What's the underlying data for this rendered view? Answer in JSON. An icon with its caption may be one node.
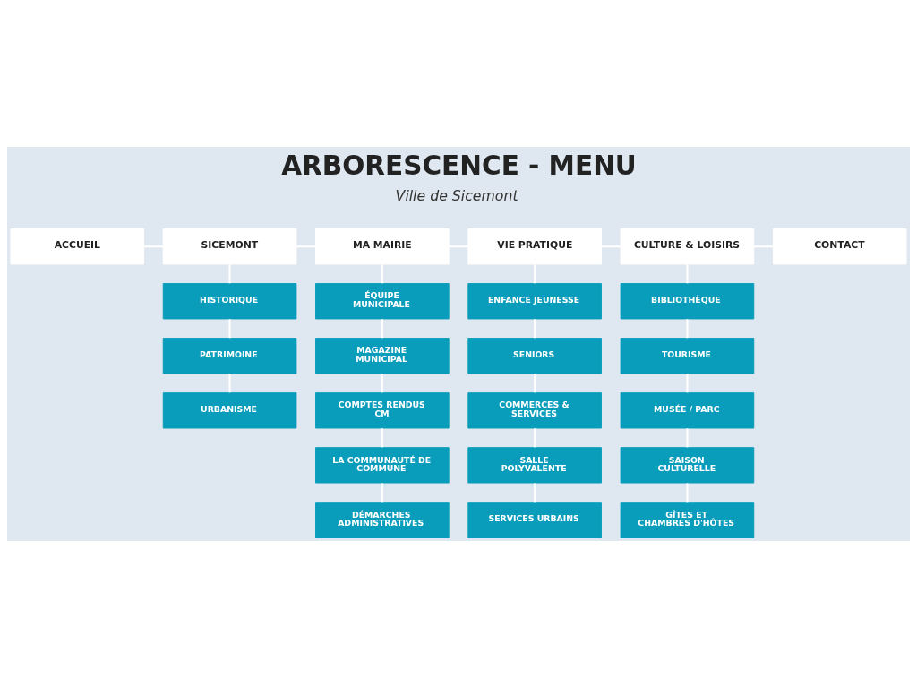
{
  "diagram": {
    "title": "ARBORESCENCE - MENU",
    "nodes": [
      {
        "text": [
          "ACCUEIL"
        ]
      },
      {
        "text": [
          "SICEMONT"
        ]
      },
      {
        "text": [
          "MA MAIRIE"
        ]
      },
      {
        "text": [
          "VIE PRATIQUE"
        ]
      },
      {
        "text": [
          "CULTURE & LOISIRS"
        ]
      },
      {
        "text": [
          "CONTACT"
        ]
      },
      {
        "text": [
          "HISTORIQUE"
        ]
      },
      {
        "text": [
          "PATRIMOINE"
        ]
      },
      {
        "text": [
          "URBANISME"
        ]
      },
      {
        "text": [
          "ÉQUIPE MUNICIPALE"
        ]
      },
      {
        "text": [
          "MAGAZINE MUNICIPAL"
        ]
      },
      {
        "text": [
          "COMPTES RENDUS CM"
        ]
      },
      {
        "text": [
          "LA COMMUNAUTÉ DE COMMUNE"
        ]
      },
      {
        "text": [
          "DÉMARCHES ADMINISTRATIVES"
        ]
      },
      {
        "text": [
          "ENFANCE JEUNESSE"
        ]
      },
      {
        "text": [
          "SENIORS"
        ]
      },
      {
        "text": [
          "COMMERCES & SERVICES"
        ]
      },
      {
        "text": [
          "SALLE POLYVALENTE"
        ]
      },
      {
        "text": [
          "SERVICES URBAINS"
        ]
      },
      {
        "text": [
          "BIBLIOTHÈQUE"
        ]
      },
      {
        "text": [
          "TOURISME"
        ]
      },
      {
        "text": [
          "MUSÉE / PARC"
        ]
      },
      {
        "text": [
          "SAISON CULTURELLE"
        ]
      },
      {
        "text": [
          "GÎTES ET CHAMBRES D'HÔTES"
        ]
      }
    ],
    "edges": [
      {
        "from": 0,
        "to": 1,
        "arrow": "none"
      },
      {
        "from": 1,
        "to": 2,
        "arrow": "none"
      },
      {
        "from": 2,
        "to": 3,
        "arrow": "none"
      },
      {
        "from": 3,
        "to": 4,
        "arrow": "none"
      },
      {
        "from": 4,
        "to": 5,
        "arrow": "none"
      },
      {
        "from": 1,
        "to": 6,
        "arrow": "none"
      },
      {
        "from": 6,
        "to": 7,
        "arrow": "none"
      },
      {
        "from": 7,
        "to": 8,
        "arrow": "none"
      },
      {
        "from": 2,
        "to": 9,
        "arrow": "none"
      },
      {
        "from": 9,
        "to": 10,
        "arrow": "none"
      },
      {
        "from": 10,
        "to": 11,
        "arrow": "none"
      },
      {
        "from": 11,
        "to": 12,
        "arrow": "none"
      },
      {
        "from": 12,
        "to": 13,
        "arrow": "none"
      },
      {
        "from": 3,
        "to": 14,
        "arrow": "none"
      },
      {
        "from": 14,
        "to": 15,
        "arrow": "none"
      },
      {
        "from": 15,
        "to": 16,
        "arrow": "none"
      },
      {
        "from": 16,
        "to": 17,
        "arrow": "none"
      },
      {
        "from": 17,
        "to": 18,
        "arrow": "none"
      },
      {
        "from": 4,
        "to": 19,
        "arrow": "none"
      },
      {
        "from": 19,
        "to": 20,
        "arrow": "none"
      },
      {
        "from": 20,
        "to": 21,
        "arrow": "none"
      },
      {
        "from": 21,
        "to": 22,
        "arrow": "none"
      },
      {
        "from": 22,
        "to": 23,
        "arrow": "none"
      }
    ],
    "labels": [
      "Ville de Sicemont"
    ]
  }
}
